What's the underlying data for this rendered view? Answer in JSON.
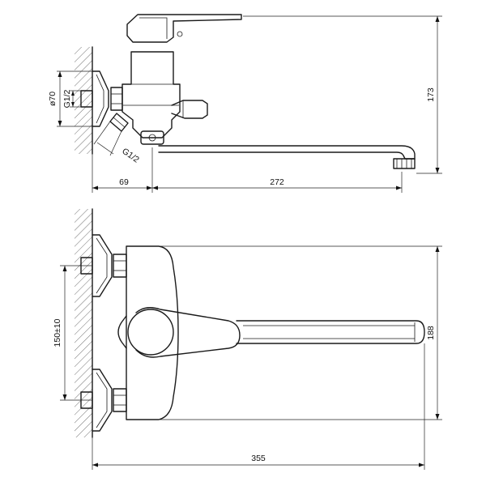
{
  "drawing": {
    "line_color": "#1a1a1a",
    "background": "#ffffff",
    "side_view": {
      "dim_diameter": "ø70",
      "dim_thread_vertical": "G1/2",
      "dim_thread_angled": "G1/2",
      "dim_height": "173",
      "dim_offset": "69",
      "dim_spout_length": "272"
    },
    "front_view": {
      "dim_center_distance": "150±10",
      "dim_height": "188",
      "dim_total_length": "355"
    }
  }
}
